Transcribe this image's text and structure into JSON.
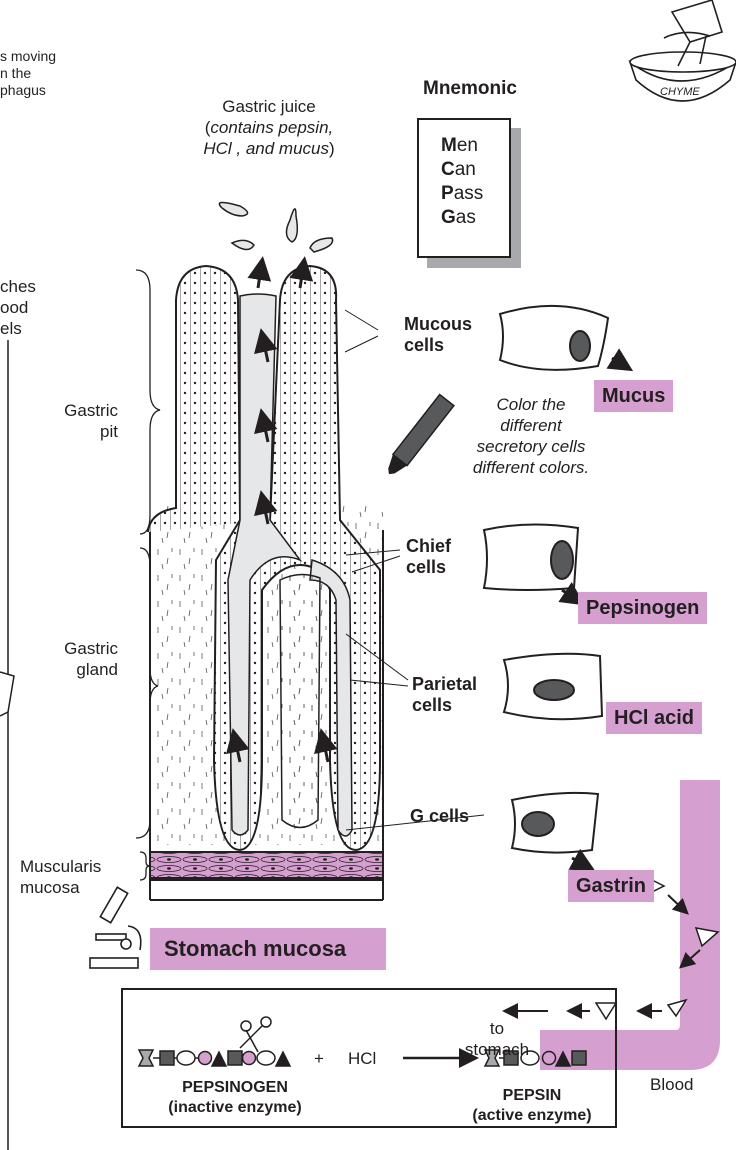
{
  "top_left_text": [
    "s moving",
    "n the",
    "phagus"
  ],
  "left_text_2": [
    "ches",
    "ood",
    "els"
  ],
  "gastric_juice": {
    "line1": "Gastric juice",
    "line2_open": "(",
    "line2_italic": "contains pepsin,",
    "line3_italic": "HCl , and mucus",
    "line3_close": ")"
  },
  "mnemonic": {
    "title": "Mnemonic",
    "lines": [
      {
        "first": "M",
        "rest": "en"
      },
      {
        "first": "C",
        "rest": "an"
      },
      {
        "first": "P",
        "rest": "ass"
      },
      {
        "first": "G",
        "rest": "as"
      }
    ]
  },
  "chyme_label": "CHYME",
  "labels": {
    "gastric_pit": [
      "Gastric",
      "pit"
    ],
    "gastric_gland": [
      "Gastric",
      "gland"
    ],
    "muscularis": [
      "Muscularis",
      "mucosa"
    ],
    "mucous_cells": [
      "Mucous",
      "cells"
    ],
    "chief_cells": [
      "Chief",
      "cells"
    ],
    "parietal_cells": [
      "Parietal",
      "cells"
    ],
    "g_cells": "G cells"
  },
  "products": {
    "mucus": "Mucus",
    "pepsinogen": "Pepsinogen",
    "hcl": "HCl acid",
    "gastrin": "Gastrin"
  },
  "color_note": [
    "Color the",
    "different",
    "secretory cells",
    "different colors."
  ],
  "stomach_mucosa": "Stomach mucosa",
  "blood_path": {
    "to": "to",
    "stomach": "stomach",
    "blood": "Blood"
  },
  "pepsin_box": {
    "plus": "+",
    "hcl": "HCl",
    "pepsinogen": "PEPSINOGEN",
    "pepsinogen_sub": "(inactive enzyme)",
    "pepsin": "PEPSIN",
    "pepsin_sub": "(active enzyme)"
  },
  "colors": {
    "accent_pink": "#d59fcf",
    "grey": "#a7a9ac",
    "lumen": "#e6e7e8"
  }
}
